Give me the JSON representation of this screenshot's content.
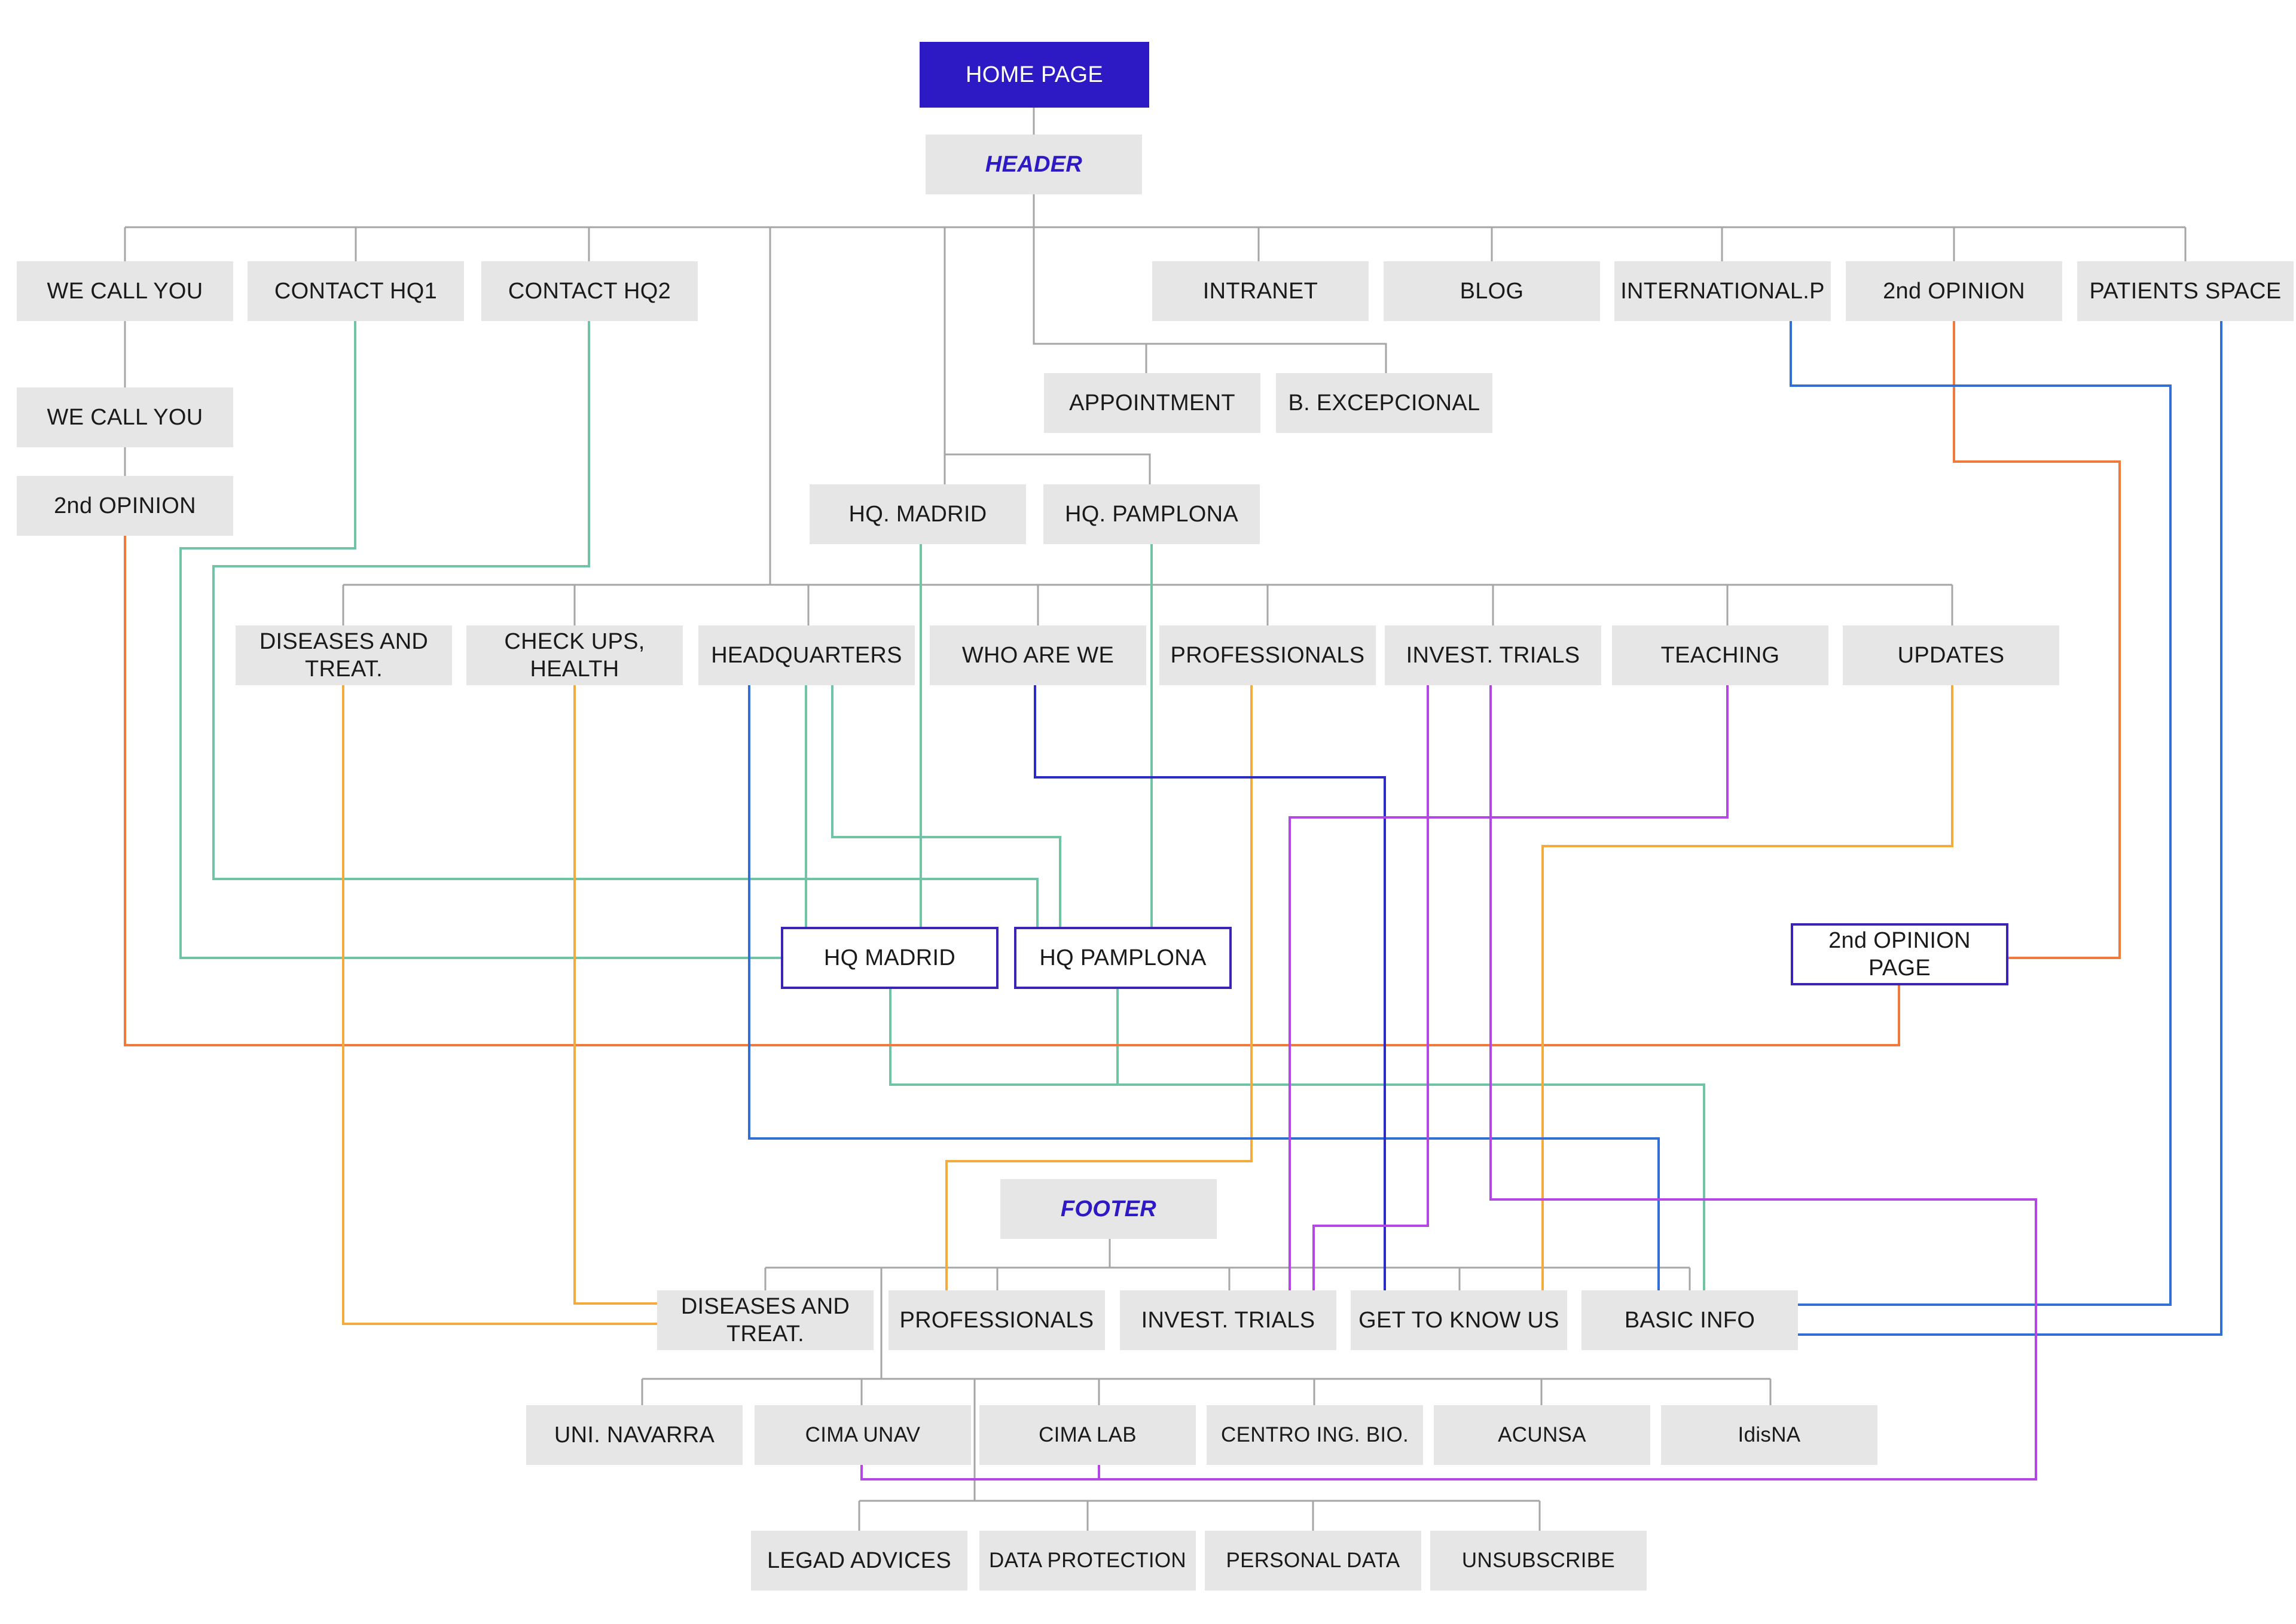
{
  "colors": {
    "tree": "#a6a6a6",
    "green": "#6fc4a4",
    "orange": "#f07a3c",
    "amber": "#f2ab3c",
    "blue": "#2f6fd6",
    "navy": "#2a2cc4",
    "purple": "#b446e6",
    "accent": "#2d1ac4"
  },
  "nodes": {
    "home": "HOME PAGE",
    "header": "HEADER",
    "we_call_you": "WE CALL YOU",
    "contact_hq1": "CONTACT HQ1",
    "contact_hq2": "CONTACT HQ2",
    "intranet": "INTRANET",
    "blog": "BLOG",
    "international": "INTERNATIONAL.P",
    "second_opinion": "2nd OPINION",
    "patients_space": "PATIENTS SPACE",
    "we_call_you_sub": "WE CALL YOU",
    "second_opinion_sub": "2nd OPINION",
    "appointment": "APPOINTMENT",
    "b_excepcional": "B. EXCEPCIONAL",
    "hq_madrid_menu": "HQ. MADRID",
    "hq_pamplona_menu": "HQ. PAMPLONA",
    "diseases": "DISEASES AND\nTREAT.",
    "checkups": "CHECK UPS, HEALTH",
    "headquarters": "HEADQUARTERS",
    "who_are_we": "WHO ARE WE",
    "professionals": "PROFESSIONALS",
    "invest_trials": "INVEST. TRIALS",
    "teaching": "TEACHING",
    "updates": "UPDATES",
    "hq_madrid_page": "HQ MADRID",
    "hq_pamplona_page": "HQ PAMPLONA",
    "second_opinion_page": "2nd OPINION PAGE",
    "footer": "FOOTER",
    "f_diseases": "DISEASES AND\nTREAT.",
    "f_professionals": "PROFESSIONALS",
    "f_invest_trials": "INVEST. TRIALS",
    "f_get_to_know": "GET TO KNOW US",
    "f_basic_info": "BASIC INFO",
    "uni_navarra": "UNI. NAVARRA",
    "cima_unav": "CIMA UNAV",
    "cima_lab": "CIMA LAB",
    "centro_ing_bio": "CENTRO ING. BIO.",
    "acunsa": "ACUNSA",
    "idisna": "IdisNA",
    "legal_advices": "LEGAD ADVICES",
    "data_protection": "DATA PROTECTION",
    "personal_data": "PERSONAL DATA",
    "unsubscribe": "UNSUBSCRIBE"
  }
}
